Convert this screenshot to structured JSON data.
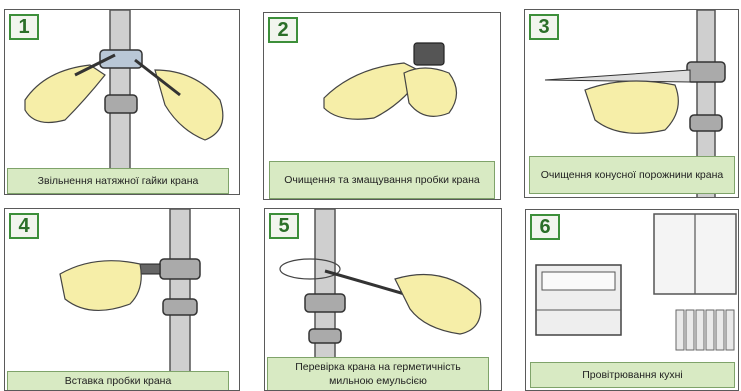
{
  "panels": [
    {
      "number": "1",
      "caption": "Звільнення натяжної гайки крана"
    },
    {
      "number": "2",
      "caption": "Очищення та змащування пробки крана"
    },
    {
      "number": "3",
      "caption": "Очищення конусної порожнини крана"
    },
    {
      "number": "4",
      "caption": "Вставка пробки крана"
    },
    {
      "number": "5",
      "caption": "Перевірка крана на герметичність мильною емульсією"
    },
    {
      "number": "6",
      "caption": "Провітрювання кухні"
    }
  ],
  "colors": {
    "badge_border": "#3d8f3a",
    "badge_text": "#2b6f28",
    "caption_bg": "#d8eac3",
    "skin": "#f6eea8",
    "pipe": "#c8c8c8"
  }
}
